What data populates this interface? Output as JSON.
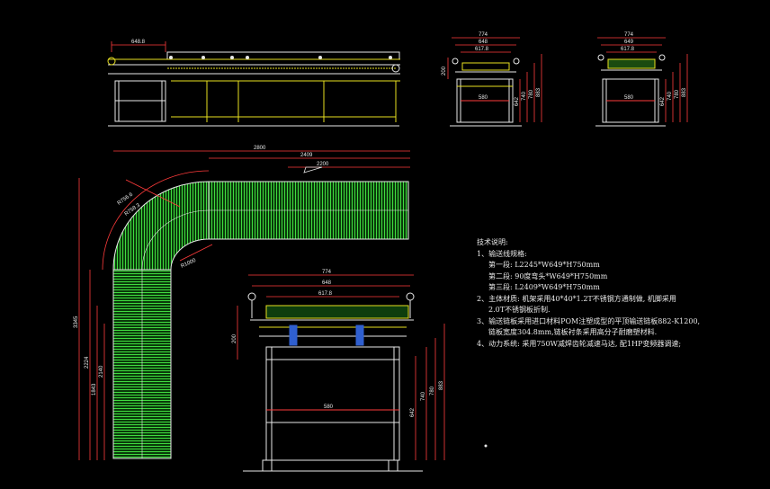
{
  "colors": {
    "background": "#000000",
    "frame": "#e8e8e8",
    "chain": "#33cc33",
    "dimension": "#ff3b3b",
    "accent": "#e8e020",
    "steel": "#2f5fd0"
  },
  "dims": {
    "top_len": "648.8",
    "e1_774": "774",
    "e1_648": "648",
    "e1_617": "617.8",
    "e1_580": "580",
    "e1_200": "200",
    "e1_642": "642",
    "e1_740": "740",
    "e1_780": "780",
    "e1_883": "883",
    "e2_774": "774",
    "e2_649": "649",
    "e2_617": "617.8",
    "e2_580": "580",
    "e2_642": "642",
    "e2_740": "740",
    "e2_780": "780",
    "e2_883": "883",
    "p_2800": "2800",
    "p_2409": "2409",
    "p_2200": "2200",
    "p_3345": "3345",
    "p_2224": "2224",
    "p_2140": "2140",
    "p_1843": "1843",
    "p_r1": "R756.6",
    "p_r2": "R758.3",
    "p_r3": "R1000",
    "d_774": "774",
    "d_648": "648",
    "d_617": "617.8",
    "d_580": "580",
    "d_200": "200",
    "d_642": "642",
    "d_740": "740",
    "d_780": "780",
    "d_883": "883"
  },
  "notes": {
    "title": "技术说明:",
    "l1": "1、输送线规格:",
    "l1a": "第一段: L2245*W649*H750mm",
    "l1b": "第二段: 90度弯头*W649*H750mm",
    "l1c": "第三段: L2409*W649*H750mm",
    "l2": "2、主体材质: 机架采用40*40*1.2T不锈钢方通制做, 机脚采用",
    "l2a": "2.0T不锈钢板折制.",
    "l3": "3、输送链板采用进口材料POM注塑成型的平顶输送链板882-K1200,",
    "l3a": "链板宽度304.8mm,链板衬条采用高分子耐磨塑材料.",
    "l4": "4、动力系统: 采用750W减焊齿轮减速马达, 配1HP变频器调速;"
  }
}
